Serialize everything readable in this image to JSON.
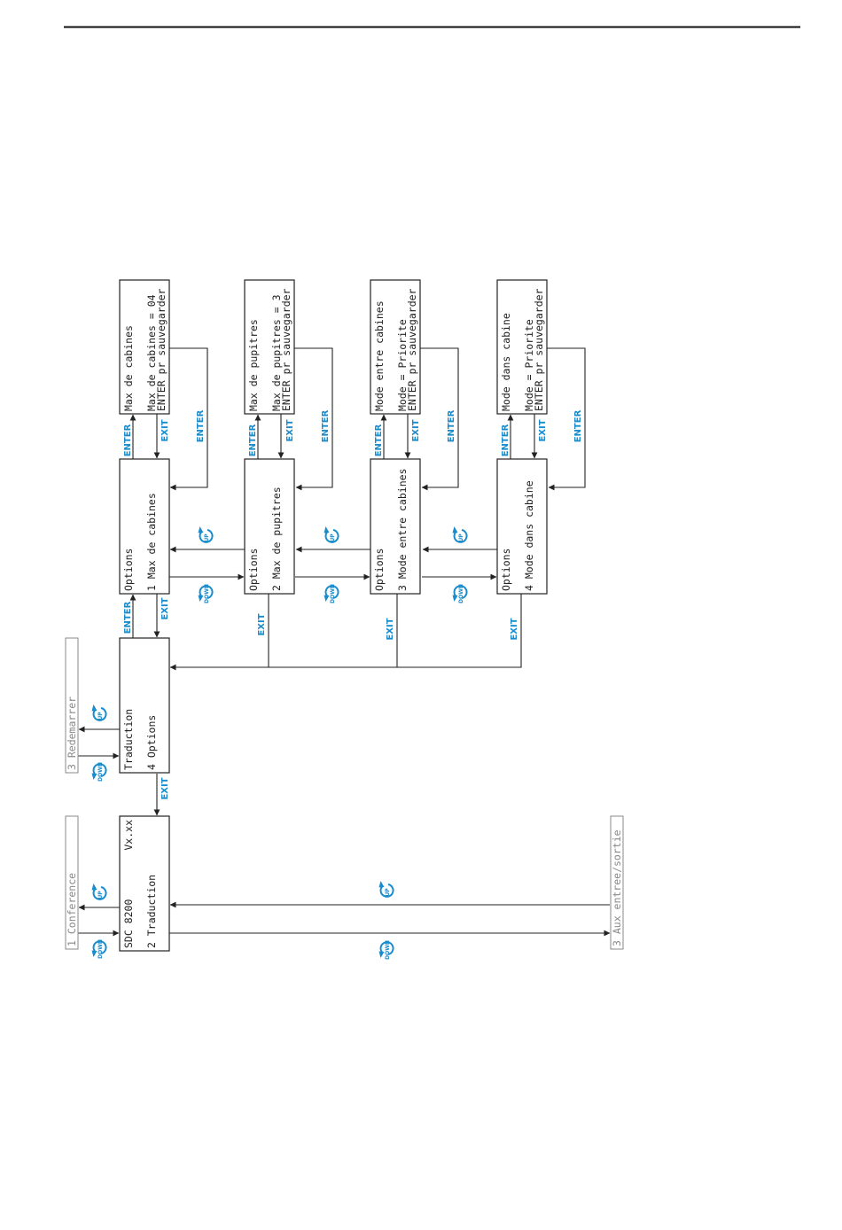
{
  "accent_color": "#1a8ccc",
  "keys": {
    "enter": "ENTER",
    "exit": "EXIT",
    "up": "UP",
    "down": "DOWN"
  },
  "screens": {
    "main": {
      "line1": "SDC 8200",
      "version": "Vx.xx",
      "line2": "2 Traduction"
    },
    "conference": {
      "line1": "1 Conference"
    },
    "aux": {
      "line1": "3 Aux entree/sortie"
    },
    "traduction": {
      "line1": "Traduction",
      "line2": "4 Options"
    },
    "redemarrer": {
      "line1": "3 Redemarrer"
    },
    "options1": {
      "line1": "Options",
      "line2": "1 Max de cabines"
    },
    "options2": {
      "line1": "Options",
      "line2": "2 Max de pupitres"
    },
    "options3": {
      "line1": "Options",
      "line2": "3 Mode entre cabines"
    },
    "options4": {
      "line1": "Options",
      "line2": "4 Mode dans cabine"
    },
    "edit1": {
      "line1": "Max de cabines",
      "line2": "Max de cabines = 04",
      "line3": "ENTER pr sauvegarder"
    },
    "edit2": {
      "line1": "Max de pupitres",
      "line2": "Max de pupitres = 3",
      "line3": "ENTER pr sauvegarder"
    },
    "edit3": {
      "line1": "Mode entre cabines",
      "line2": "Mode = Priorite",
      "line3": "ENTER pr sauvegarder"
    },
    "edit4": {
      "line1": "Mode dans cabine",
      "line2": "Mode = Priorite",
      "line3": "ENTER pr sauvegarder"
    }
  }
}
